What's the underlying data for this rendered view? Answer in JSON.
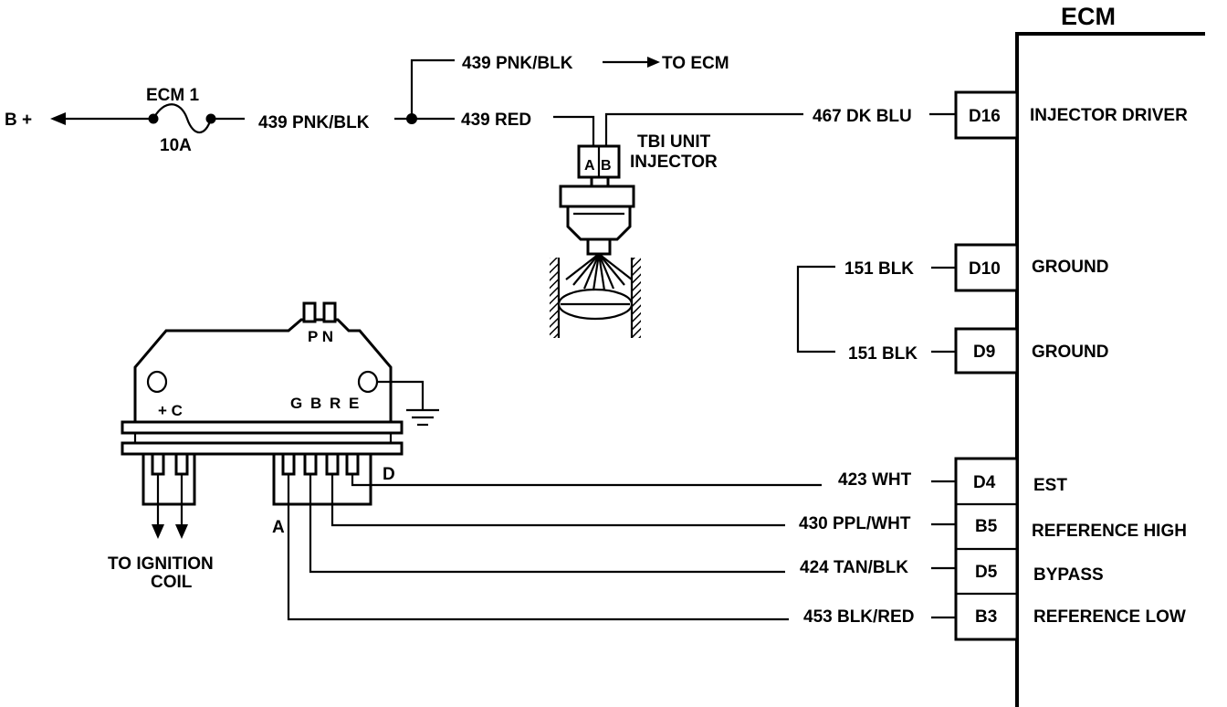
{
  "ecm": {
    "title": "ECM",
    "pins": [
      {
        "id": "D16",
        "wire": "467 DK BLU",
        "function": "INJECTOR DRIVER"
      },
      {
        "id": "D10",
        "wire": "151 BLK",
        "function": "GROUND"
      },
      {
        "id": "D9",
        "wire": "151 BLK",
        "function": "GROUND"
      },
      {
        "id": "D4",
        "wire": "423 WHT",
        "function": "EST"
      },
      {
        "id": "B5",
        "wire": "430 PPL/WHT",
        "function": "REFERENCE HIGH"
      },
      {
        "id": "D5",
        "wire": "424 TAN/BLK",
        "function": "BYPASS"
      },
      {
        "id": "B3",
        "wire": "453 BLK/RED",
        "function": "REFERENCE LOW"
      }
    ]
  },
  "power": {
    "battery": "B +",
    "fuse_name": "ECM 1",
    "fuse_rating": "10A",
    "feed_wire": "439 PNK/BLK",
    "branch_wire": "439 PNK/BLK",
    "branch_dest": "TO ECM",
    "injector_wire": "439 RED"
  },
  "injector": {
    "line1": "TBI UNIT",
    "line2": "INJECTOR",
    "pin_a": "A",
    "pin_b": "B"
  },
  "module": {
    "top_pins": "P N",
    "left_pins": "+ C",
    "right_pins": "G B R E",
    "pin_a": "A",
    "pin_d": "D",
    "coil_line1": "TO IGNITION",
    "coil_line2": "COIL"
  }
}
